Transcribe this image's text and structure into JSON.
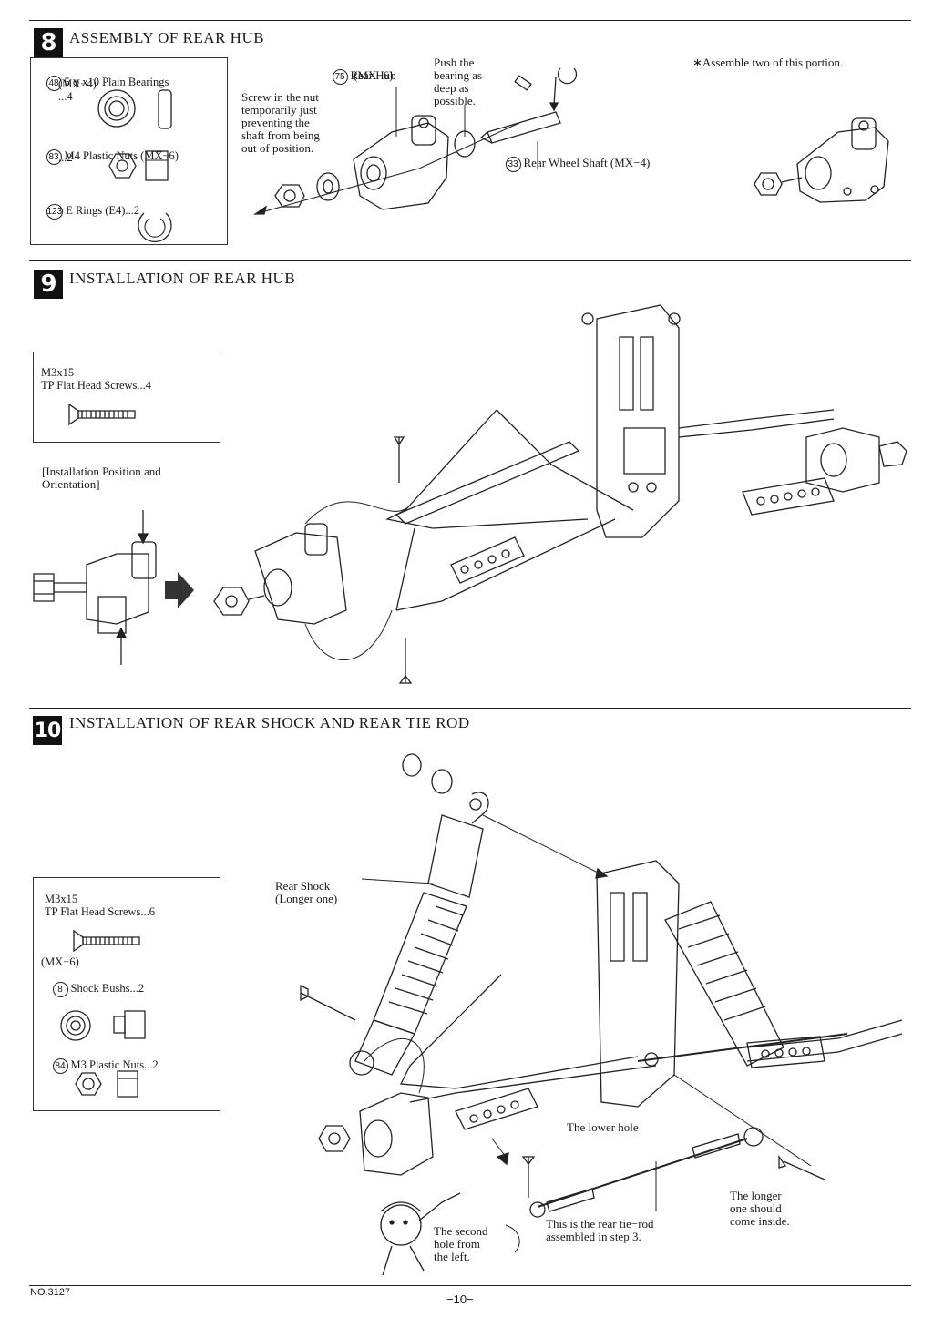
{
  "step8": {
    "number": "8",
    "title": "ASSEMBLY OF REAR HUB",
    "parts": {
      "bearings_num": "48",
      "bearings_label": "5 φ x10 Plain Bearings",
      "bearings_spec": "(MX−4)",
      "bearings_qty": "...4",
      "nuts_num": "83",
      "nuts_label": "M4 Plastic Nuts (MX−6)",
      "nuts_qty": "...2",
      "erings_num": "123",
      "erings_label": "E Rings (E4)...2"
    },
    "callouts": {
      "rear_hub_num": "75",
      "rear_hub_label": "Rear Hub",
      "rear_hub_spec": "(MX−6)",
      "push_bearing": "Push the\nbearing as\ndeep as\npossible.",
      "screw_nut": "Screw in the nut\ntemporarily just\npreventing the\nshaft from being\nout of position.",
      "shaft_num": "33",
      "shaft_label": "Rear Wheel Shaft (MX−4)",
      "assemble_two": "∗Assemble two of this portion."
    }
  },
  "step9": {
    "number": "9",
    "title": "INSTALLATION OF REAR HUB",
    "parts": {
      "screw_spec": "M3x15",
      "screw_label": "TP Flat Head Screws...4"
    },
    "install_note": "[Installation Position and\nOrientation]"
  },
  "step10": {
    "number": "10",
    "title": "INSTALLATION OF REAR SHOCK AND REAR TIE ROD",
    "parts": {
      "screw_spec": "M3x15",
      "screw_label": "TP Flat Head Screws...6",
      "bush_spec": "(MX−6)",
      "bush_num": "8",
      "bush_label": "Shock Bushs...2",
      "nut_num": "84",
      "nut_label": "M3 Plastic Nuts...2"
    },
    "callouts": {
      "rear_shock": "Rear Shock\n(Longer one)",
      "lower_hole": "The lower hole",
      "longer_inside": "The longer\none should\ncome inside.",
      "tie_rod": "This is the rear tie−rod\nassembled in step 3.",
      "second_hole": "The second\nhole from\nthe left."
    }
  },
  "footer": {
    "doc_no": "NO.3127",
    "page": "−10−"
  }
}
